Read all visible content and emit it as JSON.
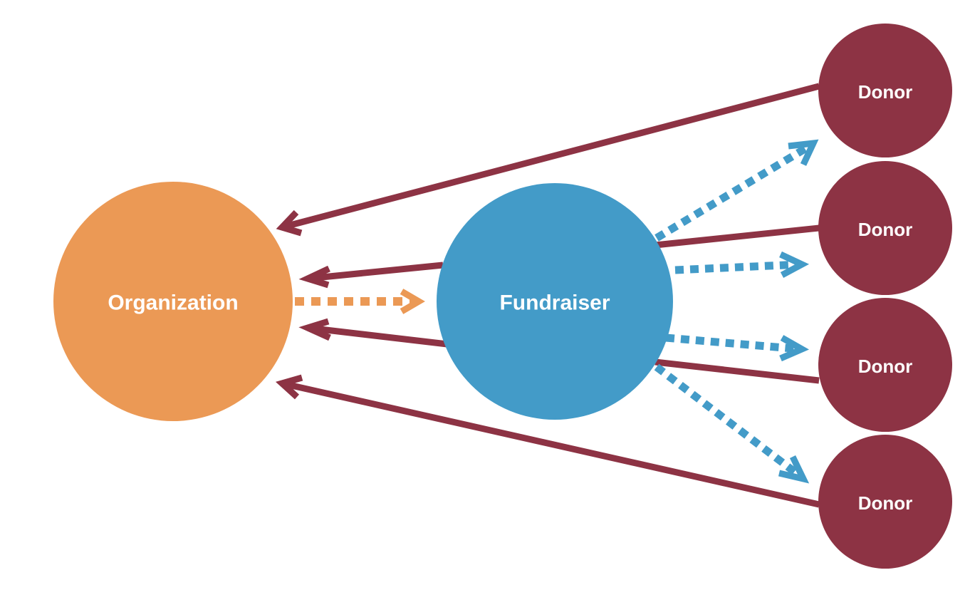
{
  "colors": {
    "organization": "#EB9955",
    "fundraiser": "#439BC8",
    "donor": "#8D3344",
    "arrow_money": "#8D3344",
    "arrow_fundraiser_ask": "#439BC8",
    "arrow_org_support": "#EB9955",
    "background": "#FFFFFF"
  },
  "nodes": {
    "organization": {
      "label": "Organization"
    },
    "fundraiser": {
      "label": "Fundraiser"
    },
    "donors": [
      {
        "label": "Donor"
      },
      {
        "label": "Donor"
      },
      {
        "label": "Donor"
      },
      {
        "label": "Donor"
      }
    ]
  },
  "edges": [
    {
      "from": "donor-1",
      "to": "organization",
      "style": "solid"
    },
    {
      "from": "donor-4",
      "to": "organization",
      "style": "solid"
    },
    {
      "from": "fundraiser",
      "to": "organization",
      "style": "solid"
    },
    {
      "from": "fundraiser",
      "to": "organization",
      "style": "solid"
    },
    {
      "from": "donor-2",
      "to": "fundraiser",
      "style": "solid"
    },
    {
      "from": "donor-3",
      "to": "fundraiser",
      "style": "solid"
    },
    {
      "from": "organization",
      "to": "fundraiser",
      "style": "dashed"
    },
    {
      "from": "fundraiser",
      "to": "donor-1",
      "style": "dashed"
    },
    {
      "from": "fundraiser",
      "to": "donor-2",
      "style": "dashed"
    },
    {
      "from": "fundraiser",
      "to": "donor-3",
      "style": "dashed"
    },
    {
      "from": "fundraiser",
      "to": "donor-4",
      "style": "dashed"
    }
  ]
}
